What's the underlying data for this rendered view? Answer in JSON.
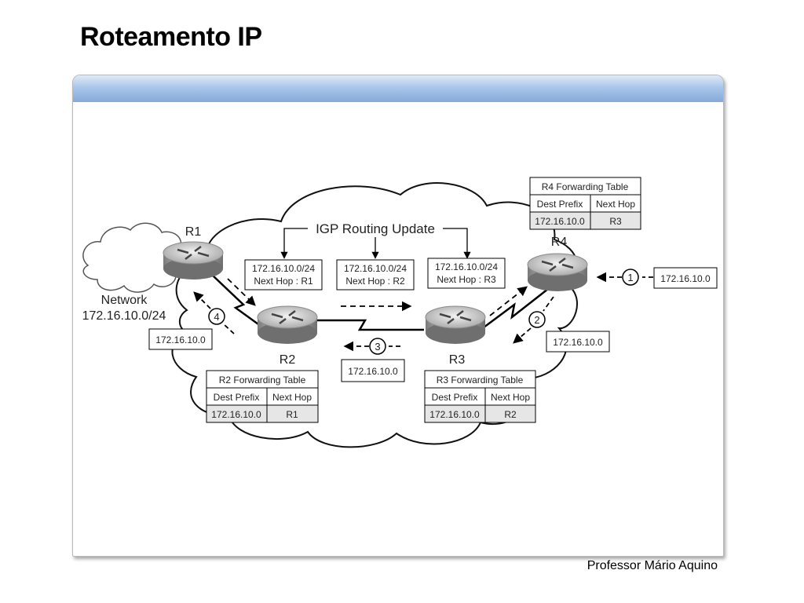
{
  "title": "Roteamento IP",
  "footer": "Professor  Mário Aquino",
  "diagram": {
    "igp_label": "IGP Routing Update",
    "network": {
      "line1": "Network",
      "line2": "172.16.10.0/24"
    },
    "routers": {
      "r1": "R1",
      "r2": "R2",
      "r3": "R3",
      "r4": "R4"
    },
    "updates": {
      "u1": {
        "prefix": "172.16.10.0/24",
        "next_hop": "Next Hop : R1"
      },
      "u2": {
        "prefix": "172.16.10.0/24",
        "next_hop": "Next Hop : R2"
      },
      "u3": {
        "prefix": "172.16.10.0/24",
        "next_hop": "Next Hop : R3"
      }
    },
    "packets": {
      "p1": {
        "step": "1",
        "addr": "172.16.10.0"
      },
      "p2": {
        "step": "2",
        "addr": "172.16.10.0"
      },
      "p3": {
        "step": "3",
        "addr": "172.16.10.0"
      },
      "p4": {
        "step": "4",
        "addr": "172.16.10.0"
      }
    },
    "tables": {
      "r4": {
        "title": "R4 Forwarding Table",
        "col1": "Dest Prefix",
        "col2": "Next Hop",
        "prefix": "172.16.10.0",
        "hop": "R3"
      },
      "r2": {
        "title": "R2 Forwarding Table",
        "col1": "Dest Prefix",
        "col2": "Next Hop",
        "prefix": "172.16.10.0",
        "hop": "R1"
      },
      "r3": {
        "title": "R3 Forwarding Table",
        "col1": "Dest Prefix",
        "col2": "Next Hop",
        "prefix": "172.16.10.0",
        "hop": "R2"
      }
    }
  }
}
